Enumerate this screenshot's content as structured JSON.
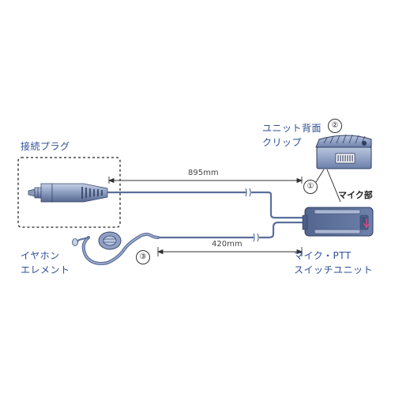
{
  "labels": {
    "plug": "接続プラグ",
    "clip_line1": "ユニット背面",
    "clip_line2": "クリップ",
    "earphone_line1": "イヤホン",
    "earphone_line2": "エレメント",
    "ptt_line1": "マイク・PTT",
    "ptt_line2": "スイッチユニット",
    "mic": "マイク部"
  },
  "dimensions": {
    "main_cable": "895mm",
    "ear_cable": "420mm"
  },
  "markers": {
    "one": "①",
    "two": "②",
    "three": "③"
  },
  "colors": {
    "label_text": "#2f4f96",
    "cable": "#5a6f9c",
    "unit_body": "#5c6f9b",
    "unit_light": "#aab7d3",
    "clip": "#7c8fb6",
    "mic_arrow": "#e24a8f"
  }
}
